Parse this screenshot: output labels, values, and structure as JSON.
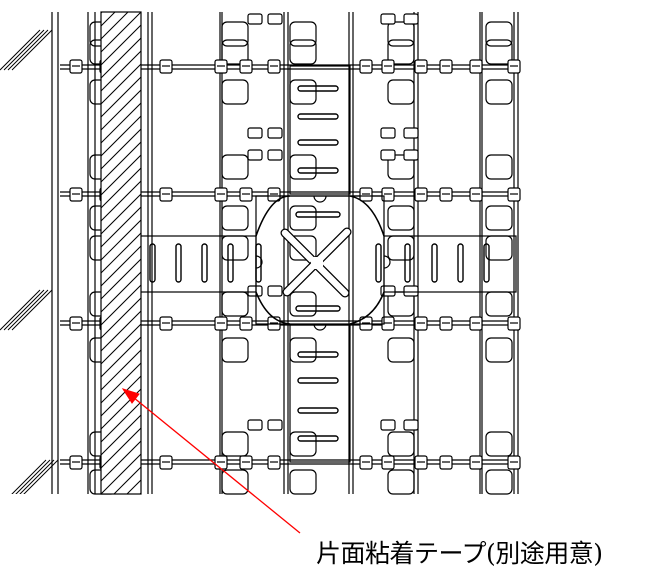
{
  "diagram": {
    "callout": {
      "label": "片面粘着テープ(別途用意)",
      "arrow_color": "#ff0000"
    },
    "colors": {
      "line": "#000000",
      "background": "#ffffff"
    },
    "components": [
      "wall-edge",
      "adhesive-tape-hatched",
      "floor-grid-panels",
      "cross-junction-tile",
      "slotted-channel-tiles",
      "connector-clips"
    ]
  }
}
